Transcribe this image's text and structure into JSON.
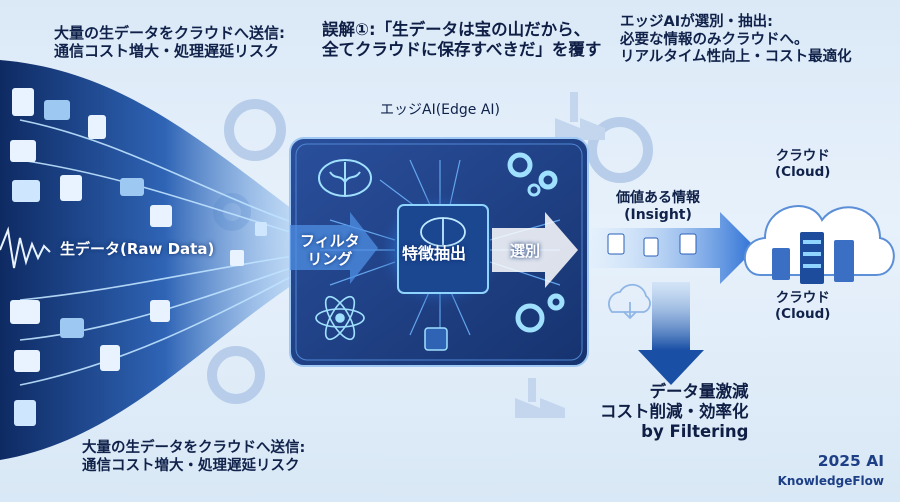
{
  "header": {
    "title_line1": "誤解①:「生データは宝の山だから、",
    "title_line2": "全てクラウドに保存すべきだ」を覆す"
  },
  "notes": {
    "top_left_line1": "大量の生データをクラウドへ送信:",
    "top_left_line2": "通信コスト増大・処理遅延リスク",
    "top_right_line1": "エッジAIが選別・抽出:",
    "top_right_line2": "必要な情報のみクラウドへ。",
    "top_right_line3": "リアルタイム性向上・コスト最適化",
    "bottom_left_line1": "大量の生データをクラウドへ送信:",
    "bottom_left_line2": "通信コスト増大・処理遅延リスク"
  },
  "diagram": {
    "edge_ai_label": "エッジAI(Edge AI)",
    "raw_data_label": "生データ(Raw Data)",
    "filter_label_line1": "フィルタ",
    "filter_label_line2": "リング",
    "feature_label": "特徴抽出",
    "select_label": "選別",
    "value_label_line1": "価値ある情報",
    "value_label_line2": "(Insight)",
    "cloud_top_line1": "クラウド",
    "cloud_top_line2": "(Cloud)",
    "cloud_bottom_line1": "クラウド",
    "cloud_bottom_line2": "(Cloud)",
    "result_line1": "データ量激減",
    "result_line2": "コスト削減・効率化",
    "result_line3": "by Filtering"
  },
  "brand": {
    "year": "2025 AI",
    "name": "KnowledgeFlow"
  },
  "colors": {
    "background": "#dfeaf6",
    "panel": "#1f3f86",
    "accent": "#2f7ee0",
    "glow": "#8fd4ff",
    "text": "#10224a"
  }
}
